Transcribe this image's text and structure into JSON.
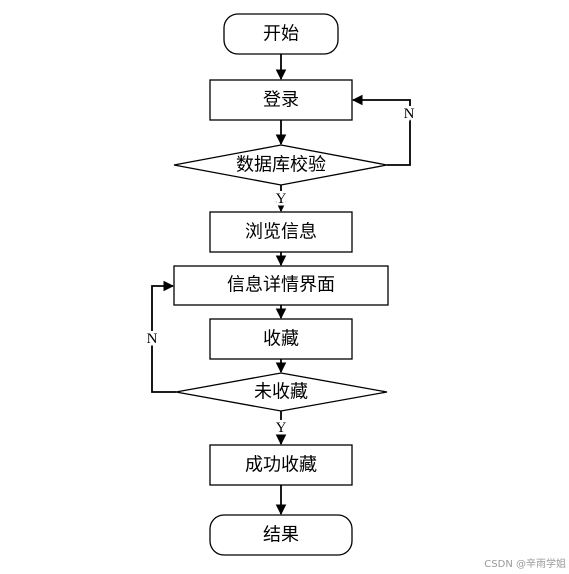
{
  "nodes": {
    "start": "开始",
    "login": "登录",
    "db_check": "数据库校验",
    "browse": "浏览信息",
    "detail": "信息详情界面",
    "favorite": "收藏",
    "not_favorited": "未收藏",
    "success": "成功收藏",
    "end": "结果"
  },
  "edges": {
    "db_check_no": "N",
    "db_check_yes": "Y",
    "not_favorited_no": "N",
    "not_favorited_yes": "Y"
  },
  "watermark": "CSDN @辛雨学姐",
  "colors": {
    "stroke": "#000000",
    "background": "#ffffff",
    "watermark": "#9a9a9a"
  }
}
